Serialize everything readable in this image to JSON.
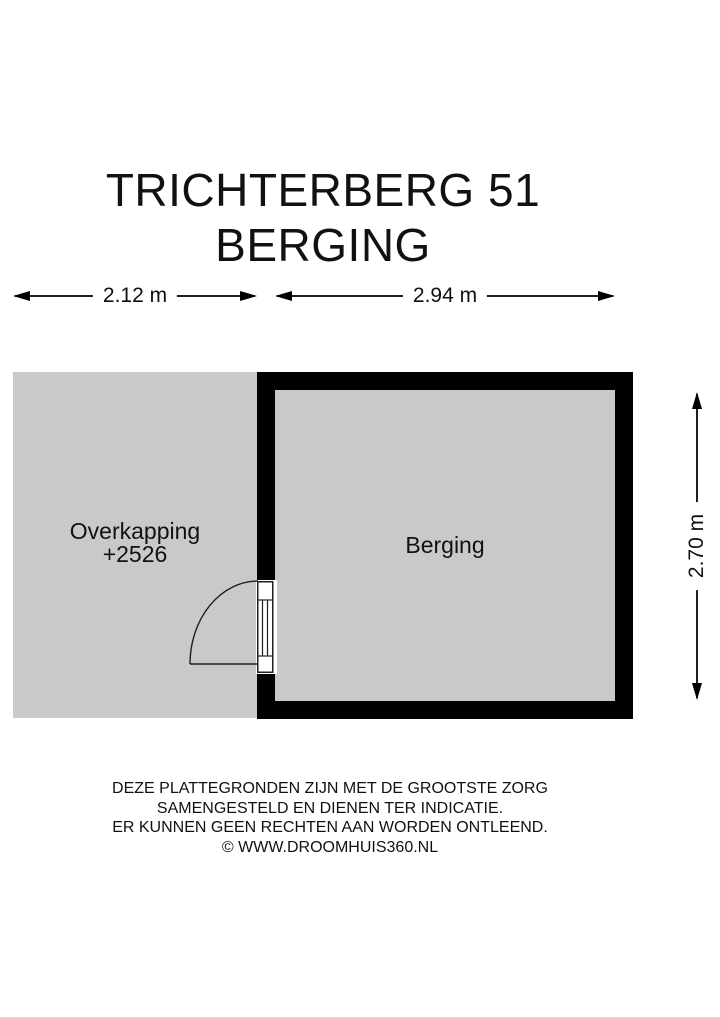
{
  "title": {
    "line1": "TRICHTERBERG 51",
    "line2": "BERGING"
  },
  "dimensions": {
    "overkapping_width": "2.12 m",
    "berging_width": "2.94 m",
    "berging_height": "2.70 m"
  },
  "rooms": {
    "overkapping": {
      "name": "Overkapping",
      "elevation": "+2526"
    },
    "berging": {
      "name": "Berging"
    }
  },
  "disclaimer": {
    "line1": "DEZE PLATTEGRONDEN ZIJN MET DE GROOTSTE ZORG",
    "line2": "SAMENGESTELD EN DIENEN TER INDICATIE.",
    "line3": "ER KUNNEN GEEN RECHTEN AAN WORDEN ONTLEEND.",
    "line4": "© WWW.DROOMHUIS360.NL"
  },
  "colors": {
    "floor_gray": "#c9c9c9",
    "wall_black": "#000000",
    "line_dark": "#1f1f1f"
  }
}
